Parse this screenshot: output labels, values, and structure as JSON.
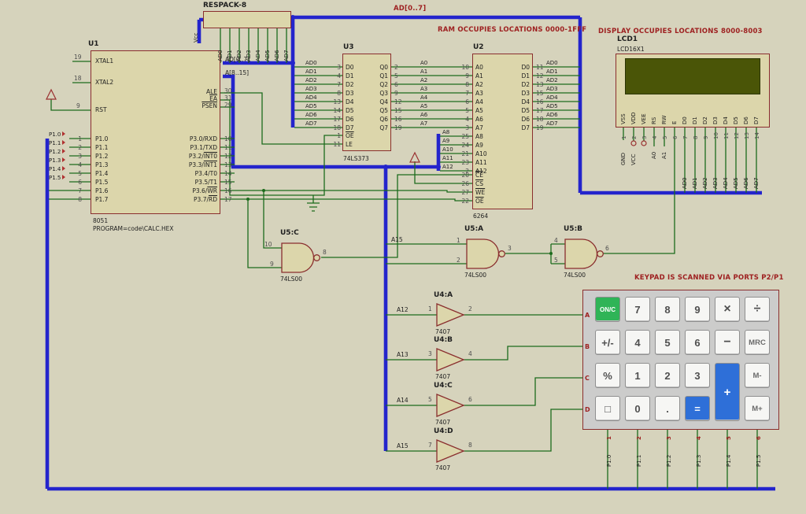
{
  "colors": {
    "bg": "#d6d3bc",
    "chip_fill": "#dcd6ab",
    "chip_border": "#8a2e2e",
    "wire": "#1c6b1c",
    "bus": "#2424cc",
    "annotation": "#9e2121",
    "pin_number": "#4e4e4e",
    "label": "#1f1f1f",
    "lcd_screen": "#4a5507",
    "keypad_bg": "#cccccb",
    "key_green": "#2fb457",
    "key_blue": "#2e6fd8"
  },
  "annotations": {
    "bus_label": "AD[0..7]",
    "ram_note": "RAM OCCUPIES  LOCATIONS 0000-1FFF",
    "display_note": "DISPLAY OCCUPIES  LOCATIONS 8000-8003",
    "keypad_note": "KEYPAD IS SCANNED VIA PORTS P2/P1"
  },
  "ad_nets": [
    "AD0",
    "AD1",
    "AD2",
    "AD3",
    "AD4",
    "AD5",
    "AD6",
    "AD7"
  ],
  "a_nets": [
    "A0",
    "A1",
    "A2",
    "A3",
    "A4",
    "A5",
    "A6",
    "A7"
  ],
  "a_high_nets": [
    "A8",
    "A9",
    "A10",
    "A11",
    "A12"
  ],
  "u1": {
    "ref": "U1",
    "value": "8051",
    "program": "PROGRAM=code\\CALC.HEX",
    "xtal1": {
      "num": "19",
      "name": "XTAL1"
    },
    "xtal2": {
      "num": "18",
      "name": "XTAL2"
    },
    "rst": {
      "num": "9",
      "name": "RST"
    },
    "bus_ad": "AD[0..7]",
    "bus_a": "A[8..15]",
    "ale": {
      "num": "30",
      "name": "ALE"
    },
    "ea": {
      "num": "31",
      "bar": "EA"
    },
    "psen": {
      "num": "29",
      "bar": "PSEN"
    },
    "p1_pins": [
      {
        "num": "1",
        "name": "P1.0"
      },
      {
        "num": "2",
        "name": "P1.1"
      },
      {
        "num": "3",
        "name": "P1.2"
      },
      {
        "num": "4",
        "name": "P1.3"
      },
      {
        "num": "5",
        "name": "P1.4"
      },
      {
        "num": "6",
        "name": "P1.5"
      },
      {
        "num": "7",
        "name": "P1.6"
      },
      {
        "num": "8",
        "name": "P1.7"
      }
    ],
    "p1_nets": [
      "P1.0",
      "P1.1",
      "P1.2",
      "P1.3",
      "P1.4",
      "P1.5"
    ],
    "p3_pins": [
      {
        "num": "10",
        "name": "P3.0/RXD"
      },
      {
        "num": "11",
        "name": "P3.1/TXD"
      },
      {
        "num": "12",
        "name": "P3.2/",
        "bar": "INT0"
      },
      {
        "num": "13",
        "name": "P3.3/",
        "bar": "INT1"
      },
      {
        "num": "14",
        "name": "P3.4/T0"
      },
      {
        "num": "15",
        "name": "P3.5/T1"
      },
      {
        "num": "16",
        "name": "P3.6/",
        "bar": "WR"
      },
      {
        "num": "17",
        "name": "P3.7/",
        "bar": "RD"
      }
    ]
  },
  "u3": {
    "ref": "U3",
    "value": "74LS373",
    "d_pins": [
      {
        "num": "3",
        "name": "D0"
      },
      {
        "num": "4",
        "name": "D1"
      },
      {
        "num": "7",
        "name": "D2"
      },
      {
        "num": "8",
        "name": "D3"
      },
      {
        "num": "13",
        "name": "D4"
      },
      {
        "num": "14",
        "name": "D5"
      },
      {
        "num": "17",
        "name": "D6"
      },
      {
        "num": "18",
        "name": "D7"
      }
    ],
    "q_pins": [
      {
        "num": "2",
        "name": "Q0"
      },
      {
        "num": "5",
        "name": "Q1"
      },
      {
        "num": "6",
        "name": "Q2"
      },
      {
        "num": "9",
        "name": "Q3"
      },
      {
        "num": "12",
        "name": "Q4"
      },
      {
        "num": "15",
        "name": "Q5"
      },
      {
        "num": "16",
        "name": "Q6"
      },
      {
        "num": "19",
        "name": "Q7"
      }
    ],
    "ctrl": [
      {
        "num": "1",
        "bar": "OE"
      },
      {
        "num": "11",
        "name": "LE"
      }
    ]
  },
  "u2": {
    "ref": "U2",
    "value": "6264",
    "a_pins": [
      {
        "num": "10",
        "name": "A0"
      },
      {
        "num": "9",
        "name": "A1"
      },
      {
        "num": "8",
        "name": "A2"
      },
      {
        "num": "7",
        "name": "A3"
      },
      {
        "num": "6",
        "name": "A4"
      },
      {
        "num": "5",
        "name": "A5"
      },
      {
        "num": "4",
        "name": "A6"
      },
      {
        "num": "3",
        "name": "A7"
      },
      {
        "num": "25",
        "name": "A8"
      },
      {
        "num": "24",
        "name": "A9"
      },
      {
        "num": "21",
        "name": "A10"
      },
      {
        "num": "23",
        "name": "A11"
      },
      {
        "num": "2",
        "name": "A12"
      }
    ],
    "ctrl": [
      {
        "num": "20",
        "bar": "CE"
      },
      {
        "num": "26",
        "bar": "CS"
      },
      {
        "num": "27",
        "bar": "WE"
      },
      {
        "num": "22",
        "bar": "OE"
      }
    ],
    "d_pins": [
      {
        "num": "11",
        "name": "D0"
      },
      {
        "num": "12",
        "name": "D1"
      },
      {
        "num": "13",
        "name": "D2"
      },
      {
        "num": "15",
        "name": "D3"
      },
      {
        "num": "16",
        "name": "D4"
      },
      {
        "num": "17",
        "name": "D5"
      },
      {
        "num": "18",
        "name": "D6"
      },
      {
        "num": "19",
        "name": "D7"
      }
    ]
  },
  "respack": {
    "ref": "RESPACK-8",
    "vcc": "Vcc"
  },
  "lcd": {
    "ref": "LCD1",
    "value": "LCD16X1",
    "pins": [
      {
        "num": "1",
        "name": "VSS"
      },
      {
        "num": "2",
        "name": "VDD"
      },
      {
        "num": "3",
        "name": "VEE"
      },
      {
        "num": "4",
        "name": "RS"
      },
      {
        "num": "5",
        "name": "RW"
      },
      {
        "num": "6",
        "name": "E"
      },
      {
        "num": "7",
        "name": "D0"
      },
      {
        "num": "8",
        "name": "D1"
      },
      {
        "num": "9",
        "name": "D2"
      },
      {
        "num": "10",
        "name": "D3"
      },
      {
        "num": "11",
        "name": "D4"
      },
      {
        "num": "12",
        "name": "D5"
      },
      {
        "num": "13",
        "name": "D6"
      },
      {
        "num": "14",
        "name": "D7"
      }
    ],
    "power_nets": [
      "GND",
      "VCC"
    ],
    "addr_nets": [
      "A0",
      "A1"
    ]
  },
  "nand_gates": [
    {
      "ref": "U5:C",
      "value": "74LS00",
      "in1": "10",
      "in2": "9",
      "out": "8"
    },
    {
      "ref": "U5:A",
      "value": "74LS00",
      "in1": "1",
      "in2": "2",
      "out": "3",
      "net": "A15"
    },
    {
      "ref": "U5:B",
      "value": "74LS00",
      "in1": "4",
      "in2": "5",
      "out": "6"
    }
  ],
  "buffers": [
    {
      "ref": "U4:A",
      "value": "7407",
      "in": "1",
      "out": "2",
      "net": "A12"
    },
    {
      "ref": "U4:B",
      "value": "7407",
      "in": "3",
      "out": "4",
      "net": "A13"
    },
    {
      "ref": "U4:C",
      "value": "7407",
      "in": "5",
      "out": "6",
      "net": "A14"
    },
    {
      "ref": "U4:D",
      "value": "7407",
      "in": "7",
      "out": "8",
      "net": "A15"
    }
  ],
  "keypad": {
    "row_labels": [
      "A",
      "B",
      "C",
      "D"
    ],
    "col_numbers": [
      "1",
      "2",
      "3",
      "4",
      "5",
      "6"
    ],
    "port_labels": [
      "P1.0",
      "P1.1",
      "P1.2",
      "P1.3",
      "P1.4",
      "P1.5"
    ],
    "buttons": [
      {
        "label": "ON/C",
        "kind": "green"
      },
      {
        "label": "7",
        "kind": "plain"
      },
      {
        "label": "8",
        "kind": "plain"
      },
      {
        "label": "9",
        "kind": "plain"
      },
      {
        "label": "×",
        "kind": "op"
      },
      {
        "label": "÷",
        "kind": "op"
      },
      {
        "label": "+/-",
        "kind": "plain"
      },
      {
        "label": "4",
        "kind": "plain"
      },
      {
        "label": "5",
        "kind": "plain"
      },
      {
        "label": "6",
        "kind": "plain"
      },
      {
        "label": "−",
        "kind": "op"
      },
      {
        "label": "MRC",
        "kind": "mem"
      },
      {
        "label": "%",
        "kind": "plain"
      },
      {
        "label": "1",
        "kind": "plain"
      },
      {
        "label": "2",
        "kind": "plain"
      },
      {
        "label": "3",
        "kind": "plain"
      },
      {
        "label": "+",
        "kind": "blue-tall"
      },
      {
        "label": "M-",
        "kind": "mem"
      },
      {
        "label": "□",
        "kind": "plain"
      },
      {
        "label": "0",
        "kind": "plain"
      },
      {
        "label": ".",
        "kind": "plain"
      },
      {
        "label": "=",
        "kind": "blue"
      },
      {
        "label": "M+",
        "kind": "mem"
      }
    ]
  }
}
